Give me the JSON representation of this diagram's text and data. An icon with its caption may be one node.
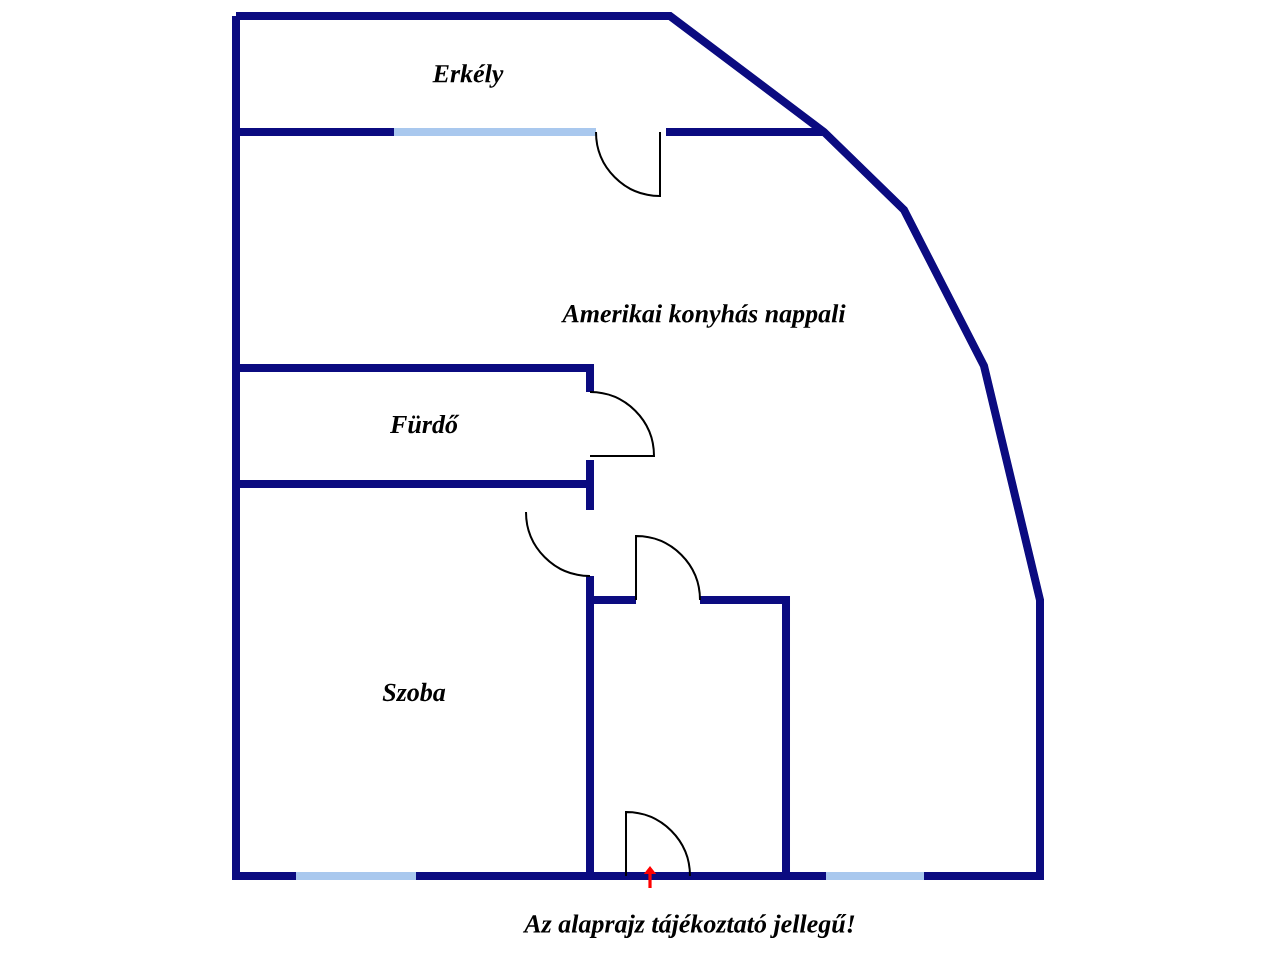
{
  "diagram": {
    "caption": "Az alaprajz tájékoztató jellegű!",
    "labels": [
      "Erkély",
      "Amerikai konyhás nappali",
      "Fürdő",
      "Szoba"
    ]
  }
}
